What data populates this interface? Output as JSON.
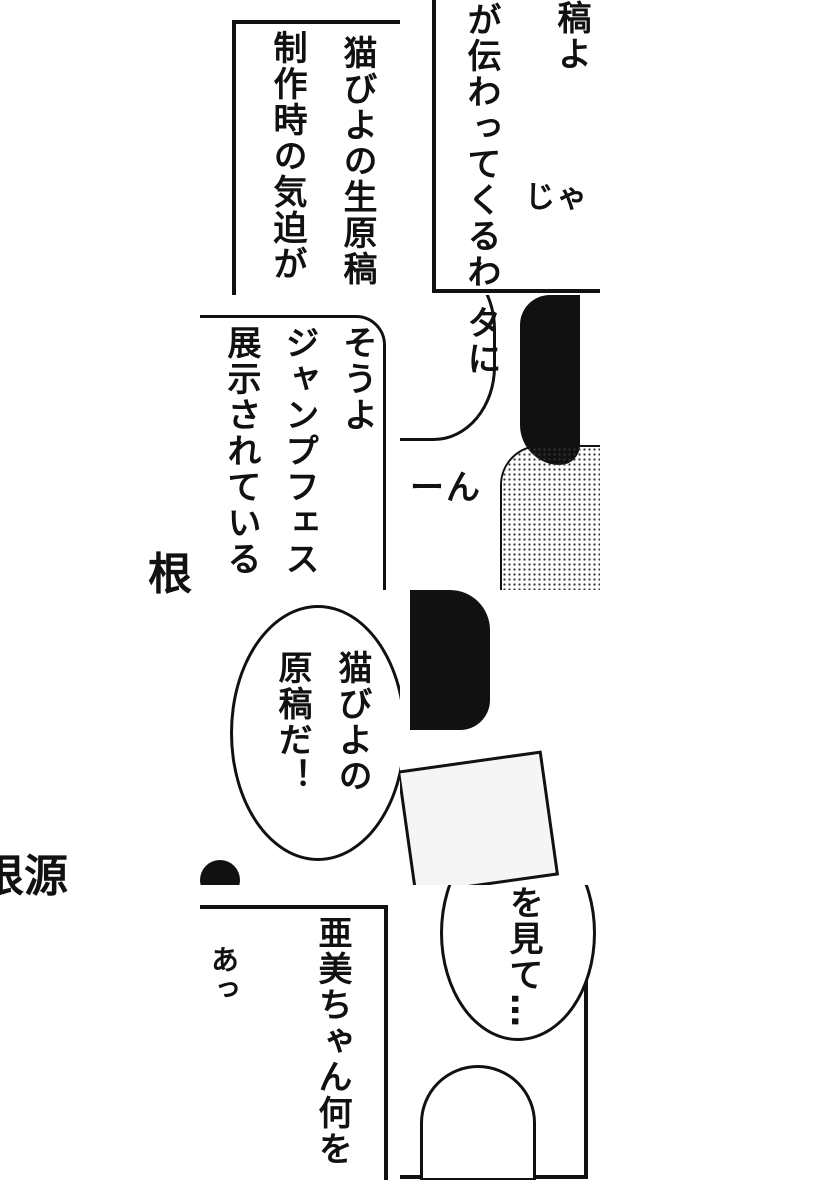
{
  "tiles": {
    "r1c1": {
      "lines": [
        "猫びよの生原稿",
        "制作時の気迫が"
      ]
    },
    "r1c2": {
      "lines": [
        "稿よ",
        "が伝わってくるわ",
        "じゃ"
      ]
    },
    "r2c1": {
      "lines": [
        "そうよ",
        "ジャンプフェス",
        "展示されている"
      ]
    },
    "r2c2": {
      "lines": [
        "タに",
        "ーん"
      ]
    },
    "r3c1": {
      "lines": [
        "猫びよの",
        "原稿だ！"
      ]
    },
    "r4c1": {
      "lines": [
        "亜美ちゃん何を",
        "あっ"
      ]
    },
    "r4c2": {
      "lines": [
        "を見て…"
      ]
    }
  },
  "outside_text": {
    "a": "根",
    "b": "根源"
  }
}
